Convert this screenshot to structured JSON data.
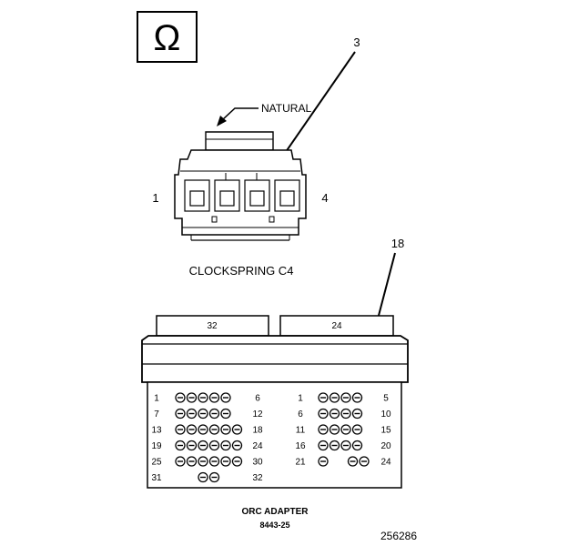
{
  "symbol": {
    "icon": "ohm-clockspring-icon",
    "glyph": "Ω"
  },
  "connector_c4": {
    "callout_number": "3",
    "color_label": "NATURAL",
    "pin_left_label": "1",
    "pin_right_label": "4",
    "caption": "CLOCKSPRING C4"
  },
  "adapter": {
    "callout_number": "18",
    "left_block_label": "32",
    "right_block_label": "24",
    "left_grid": {
      "rows": [
        {
          "start": "1",
          "end": "6",
          "pins": 5
        },
        {
          "start": "7",
          "end": "12",
          "pins": 5
        },
        {
          "start": "13",
          "end": "18",
          "pins": 6
        },
        {
          "start": "19",
          "end": "24",
          "pins": 6
        },
        {
          "start": "25",
          "end": "30",
          "pins": 6
        },
        {
          "start": "31",
          "end": "32",
          "pins": 2
        }
      ]
    },
    "right_grid": {
      "rows": [
        {
          "start": "1",
          "end": "5",
          "pins": 4
        },
        {
          "start": "6",
          "end": "10",
          "pins": 4
        },
        {
          "start": "11",
          "end": "15",
          "pins": 4
        },
        {
          "start": "16",
          "end": "20",
          "pins": 4
        },
        {
          "start": "21",
          "end": "24",
          "pins": 3
        }
      ]
    },
    "caption": "ORC ADAPTER",
    "part_number": "8443-25"
  },
  "figure_number": "256286"
}
